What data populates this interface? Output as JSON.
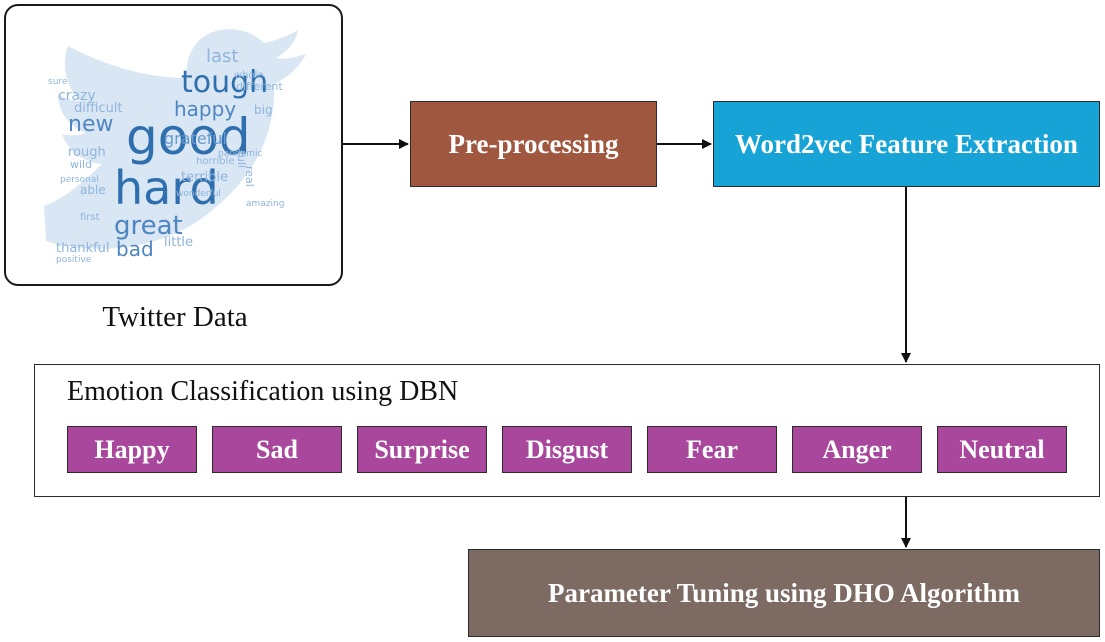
{
  "twitter_card": {
    "caption": "Twitter Data",
    "word_cloud": [
      "good",
      "hard",
      "tough",
      "great",
      "new",
      "happy",
      "last",
      "difficult",
      "grateful",
      "bad",
      "thankful",
      "rough",
      "crazy",
      "terrible",
      "little",
      "whole",
      "different",
      "big",
      "wild",
      "able",
      "first",
      "positive",
      "horrible",
      "full",
      "real",
      "sure",
      "personal",
      "wonderful",
      "amazing",
      "pandemic"
    ]
  },
  "pipeline": {
    "preprocessing_label": "Pre-processing",
    "word2vec_label": "Word2vec Feature Extraction"
  },
  "classification": {
    "title": "Emotion Classification using DBN",
    "emotions": [
      "Happy",
      "Sad",
      "Surprise",
      "Disgust",
      "Fear",
      "Anger",
      "Neutral"
    ]
  },
  "tuning_label": "Parameter Tuning using DHO Algorithm",
  "colors": {
    "preprocessing": "#a0573f",
    "word2vec": "#17a3d5",
    "emotion": "#a8479b",
    "tuning": "#7c6a63",
    "cloud_dark": "#2f6fae",
    "cloud_light": "#8fb5dd"
  }
}
